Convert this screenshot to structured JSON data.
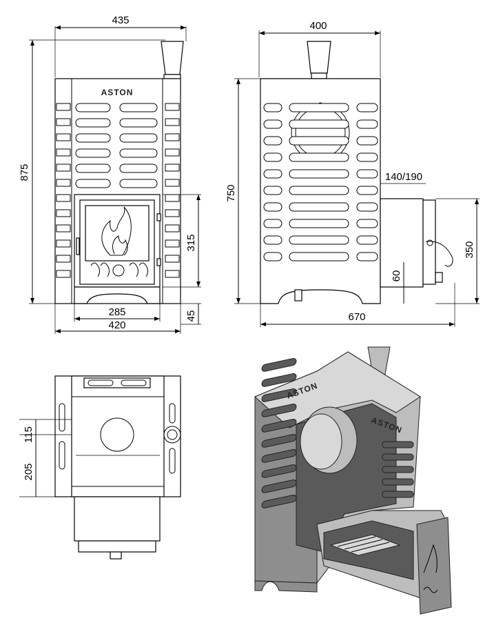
{
  "brand": {
    "logo_text": "ASTON",
    "iso_logo_text": "ASTON"
  },
  "front_view": {
    "dim_top": "435",
    "dim_height": "875",
    "dim_door": "315",
    "dim_door_width": "285",
    "dim_bottom": "420",
    "dim_leg": "45"
  },
  "side_view": {
    "dim_top": "400",
    "dim_height": "750",
    "dim_tunnel": "140/190",
    "dim_tunnel_height": "350",
    "dim_tunnel_offset": "60",
    "dim_total_depth": "670"
  },
  "top_view": {
    "dim_a": "115",
    "dim_b": "205"
  },
  "colors": {
    "line": "#000000",
    "metal_light": "#bdbdbd",
    "metal_dark": "#5a5a5a"
  }
}
